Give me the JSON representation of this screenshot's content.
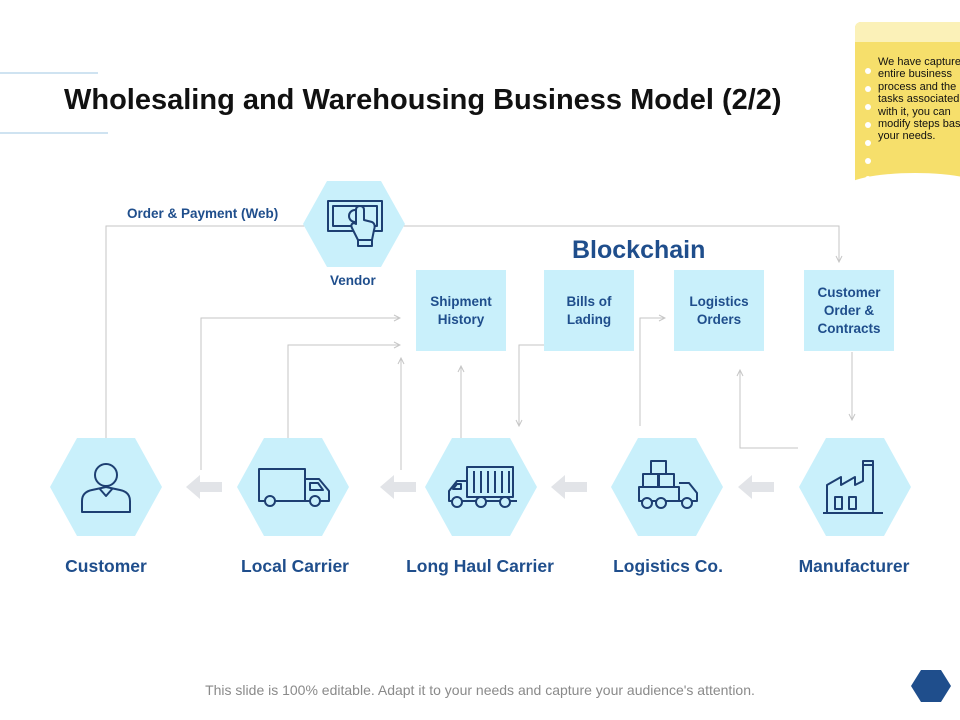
{
  "slide": {
    "title": "Wholesaling and Warehousing Business Model (2/2)",
    "footer": "This slide is 100% editable. Adapt it to your needs and capture your audience's attention."
  },
  "note": {
    "text": "We have captured entire business process and the tasks associated with it, you can modify steps basis your needs."
  },
  "diagram": {
    "web_flow_label": "Order & Payment (Web)",
    "vendor": {
      "label": "Vendor",
      "icon": "money-hand-icon"
    },
    "blockchain_label": "Blockchain",
    "blockchain_boxes": [
      "Shipment History",
      "Bills of Lading",
      "Logistics Orders",
      "Customer Order & Contracts"
    ],
    "nodes": [
      {
        "label": "Customer",
        "icon": "user-icon"
      },
      {
        "label": "Local Carrier",
        "icon": "van-icon"
      },
      {
        "label": "Long Haul Carrier",
        "icon": "truck-icon"
      },
      {
        "label": "Logistics Co.",
        "icon": "delivery-truck-icon"
      },
      {
        "label": "Manufacturer",
        "icon": "factory-icon"
      }
    ]
  },
  "colors": {
    "hex_fill": "#c9f0fb",
    "label_blue": "#1f4e8c",
    "icon_stroke": "#1d3f72",
    "arrow_fill": "#e2e4e8",
    "connector": "#c6c6c6",
    "nav_hex": "#1f4e8c",
    "note_yellow": "#f6df6b"
  }
}
